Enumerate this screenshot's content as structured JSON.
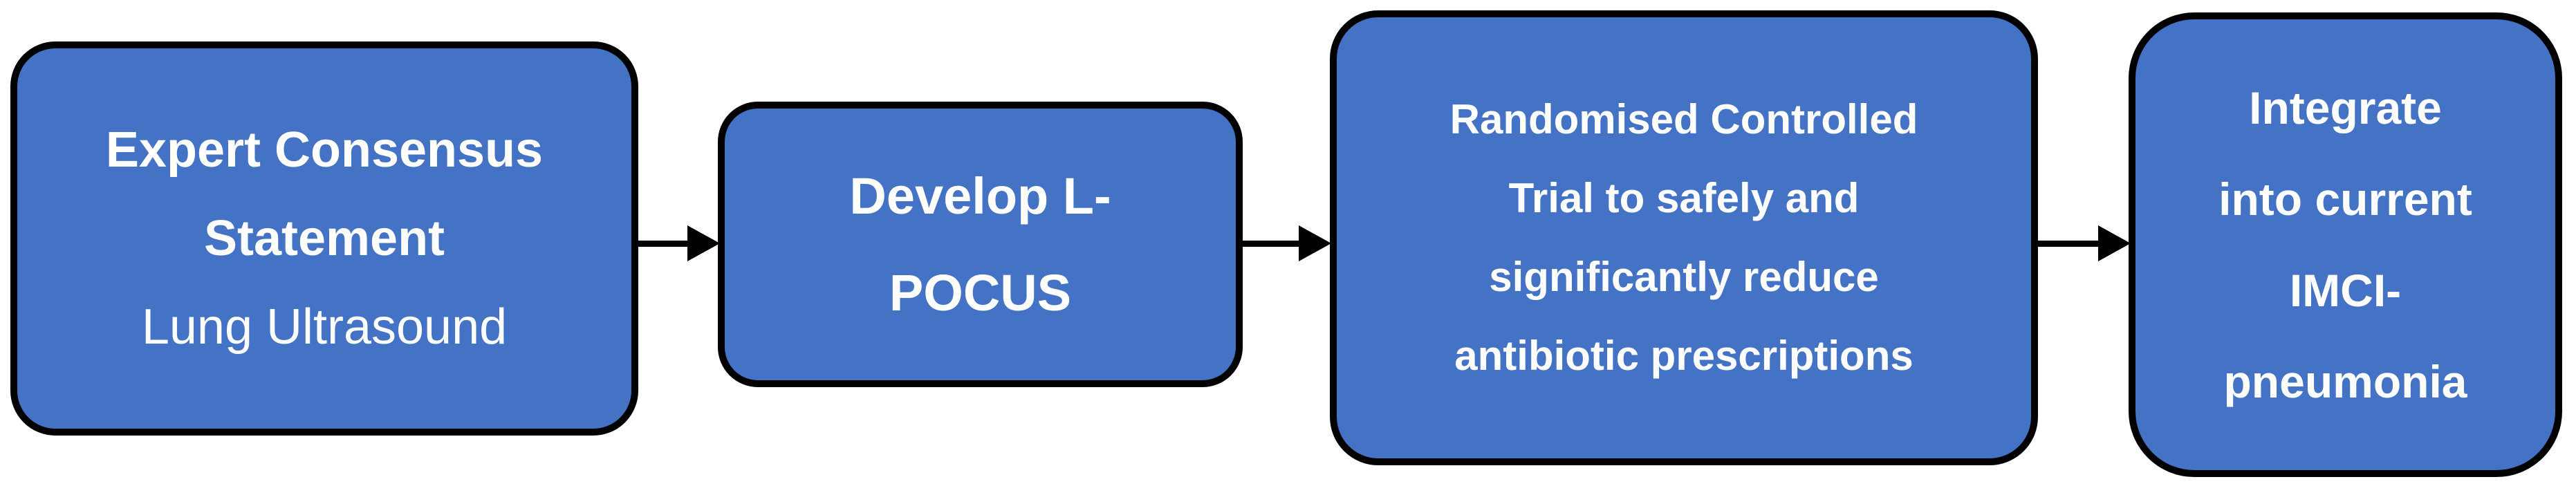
{
  "diagram": {
    "type": "flowchart",
    "direction": "left-to-right",
    "colors": {
      "box_fill": "#4472c4",
      "box_border": "#000000",
      "text": "#ffffff",
      "arrow": "#000000",
      "background": "#ffffff"
    },
    "boxes": [
      {
        "id": "expert-consensus-statement",
        "lines": [
          {
            "text": "Expert Consensus",
            "bold": true
          },
          {
            "text": "Statement",
            "bold": true
          },
          {
            "text": "Lung Ultrasound",
            "bold": false
          }
        ]
      },
      {
        "id": "develop-l-pocus",
        "lines": [
          {
            "text": "Develop L-",
            "bold": true
          },
          {
            "text": "POCUS",
            "bold": true
          }
        ]
      },
      {
        "id": "randomised-controlled-trial",
        "lines": [
          {
            "text": "Randomised Controlled",
            "bold": true
          },
          {
            "text": "Trial to safely and",
            "bold": true
          },
          {
            "text": "significantly reduce",
            "bold": true
          },
          {
            "text": "antibiotic prescriptions",
            "bold": true
          }
        ]
      },
      {
        "id": "integrate-imci-pneumonia",
        "lines": [
          {
            "text": "Integrate",
            "bold": true
          },
          {
            "text": "into current",
            "bold": true
          },
          {
            "text": "IMCI-",
            "bold": true
          },
          {
            "text": "pneumonia",
            "bold": true
          }
        ]
      }
    ],
    "connectors": [
      {
        "icon": "arrow-right-icon",
        "from": "expert-consensus-statement",
        "to": "develop-l-pocus"
      },
      {
        "icon": "arrow-right-icon",
        "from": "develop-l-pocus",
        "to": "randomised-controlled-trial"
      },
      {
        "icon": "arrow-right-icon",
        "from": "randomised-controlled-trial",
        "to": "integrate-imci-pneumonia"
      }
    ]
  }
}
